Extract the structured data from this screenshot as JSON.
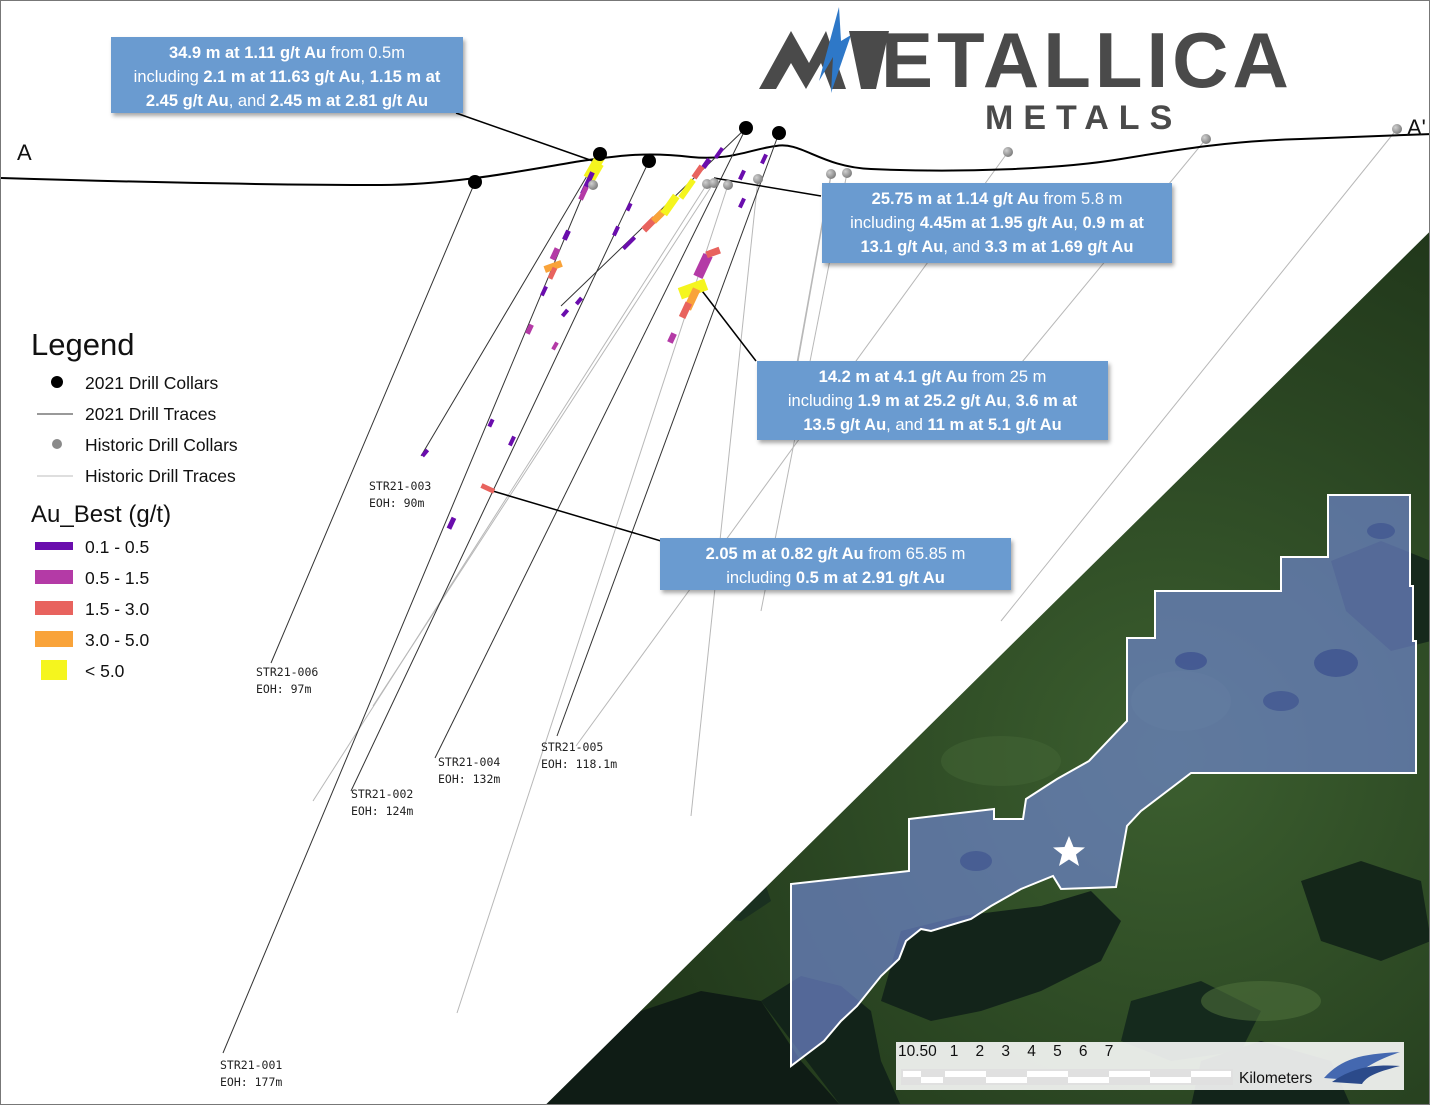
{
  "logo": {
    "main": "ETALLICA",
    "sub": "METALS"
  },
  "section": {
    "start_label": "A",
    "end_label": "A'"
  },
  "callouts": [
    {
      "name": "callout-1",
      "lines": [
        [
          {
            "t": "34.9 m at 1.11 g/t Au",
            "b": true
          },
          {
            "t": " from 0.5m",
            "b": false
          }
        ],
        [
          {
            "t": "including ",
            "b": false
          },
          {
            "t": "2.1 m at 11.63 g/t Au",
            "b": true
          },
          {
            "t": ", ",
            "b": false
          },
          {
            "t": "1.15 m at",
            "b": true
          }
        ],
        [
          {
            "t": "2.45 g/t Au",
            "b": true
          },
          {
            "t": ", and ",
            "b": false
          },
          {
            "t": "2.45 m at 2.81 g/t Au",
            "b": true
          }
        ]
      ]
    },
    {
      "name": "callout-2",
      "lines": [
        [
          {
            "t": "25.75 m at 1.14 g/t Au",
            "b": true
          },
          {
            "t": " from 5.8 m",
            "b": false
          }
        ],
        [
          {
            "t": "including ",
            "b": false
          },
          {
            "t": "4.45m at 1.95 g/t Au",
            "b": true
          },
          {
            "t": ", ",
            "b": false
          },
          {
            "t": "0.9 m at",
            "b": true
          }
        ],
        [
          {
            "t": "13.1 g/t Au",
            "b": true
          },
          {
            "t": ", and ",
            "b": false
          },
          {
            "t": "3.3 m at 1.69 g/t Au",
            "b": true
          }
        ]
      ]
    },
    {
      "name": "callout-3",
      "lines": [
        [
          {
            "t": "14.2 m at 4.1 g/t Au",
            "b": true
          },
          {
            "t": " from 25 m",
            "b": false
          }
        ],
        [
          {
            "t": "including ",
            "b": false
          },
          {
            "t": "1.9 m at 25.2 g/t Au",
            "b": true
          },
          {
            "t": ", ",
            "b": false
          },
          {
            "t": "3.6 m at",
            "b": true
          }
        ],
        [
          {
            "t": "13.5 g/t Au",
            "b": true
          },
          {
            "t": ", and ",
            "b": false
          },
          {
            "t": "11 m at 5.1 g/t Au",
            "b": true
          }
        ]
      ]
    },
    {
      "name": "callout-4",
      "lines": [
        [
          {
            "t": "2.05 m at 0.82 g/t Au",
            "b": true
          },
          {
            "t": " from 65.85 m",
            "b": false
          }
        ],
        [
          {
            "t": "including ",
            "b": false
          },
          {
            "t": "0.5 m at 2.91 g/t Au",
            "b": true
          }
        ]
      ]
    }
  ],
  "legend": {
    "title": "Legend",
    "items": [
      {
        "label": "2021 Drill Collars",
        "symbol": "black-dot"
      },
      {
        "label": "2021 Drill Traces",
        "symbol": "black-line"
      },
      {
        "label": "Historic Drill Collars",
        "symbol": "grey-dot"
      },
      {
        "label": "Historic Drill Traces",
        "symbol": "grey-line"
      }
    ],
    "grade_title": "Au_Best (g/t)",
    "grades": [
      {
        "label": "0.1 - 0.5",
        "color": "#6a0dad"
      },
      {
        "label": "0.5 - 1.5",
        "color": "#b43aa6"
      },
      {
        "label": "1.5 - 3.0",
        "color": "#e8635e"
      },
      {
        "label": "3.0 - 5.0",
        "color": "#f9a33a"
      },
      {
        "label": "< 5.0",
        "color": "#f5f51e"
      }
    ]
  },
  "drill_holes": [
    {
      "id": "STR21-003",
      "eoh": "EOH: 90m"
    },
    {
      "id": "STR21-006",
      "eoh": "EOH: 97m"
    },
    {
      "id": "STR21-004",
      "eoh": "EOH: 132m"
    },
    {
      "id": "STR21-005",
      "eoh": "EOH: 118.1m"
    },
    {
      "id": "STR21-002",
      "eoh": "EOH: 124m"
    },
    {
      "id": "STR21-001",
      "eoh": "EOH: 177m"
    }
  ],
  "scale_bar": {
    "numbers": "10.50   1    2    3    4    5    6    7",
    "unit": "Kilometers"
  },
  "colors": {
    "callout_bg": "#6a9bd0",
    "claim_fill": "#6d83c9",
    "forest": "#2d4a25",
    "water": "#0d1a14"
  }
}
